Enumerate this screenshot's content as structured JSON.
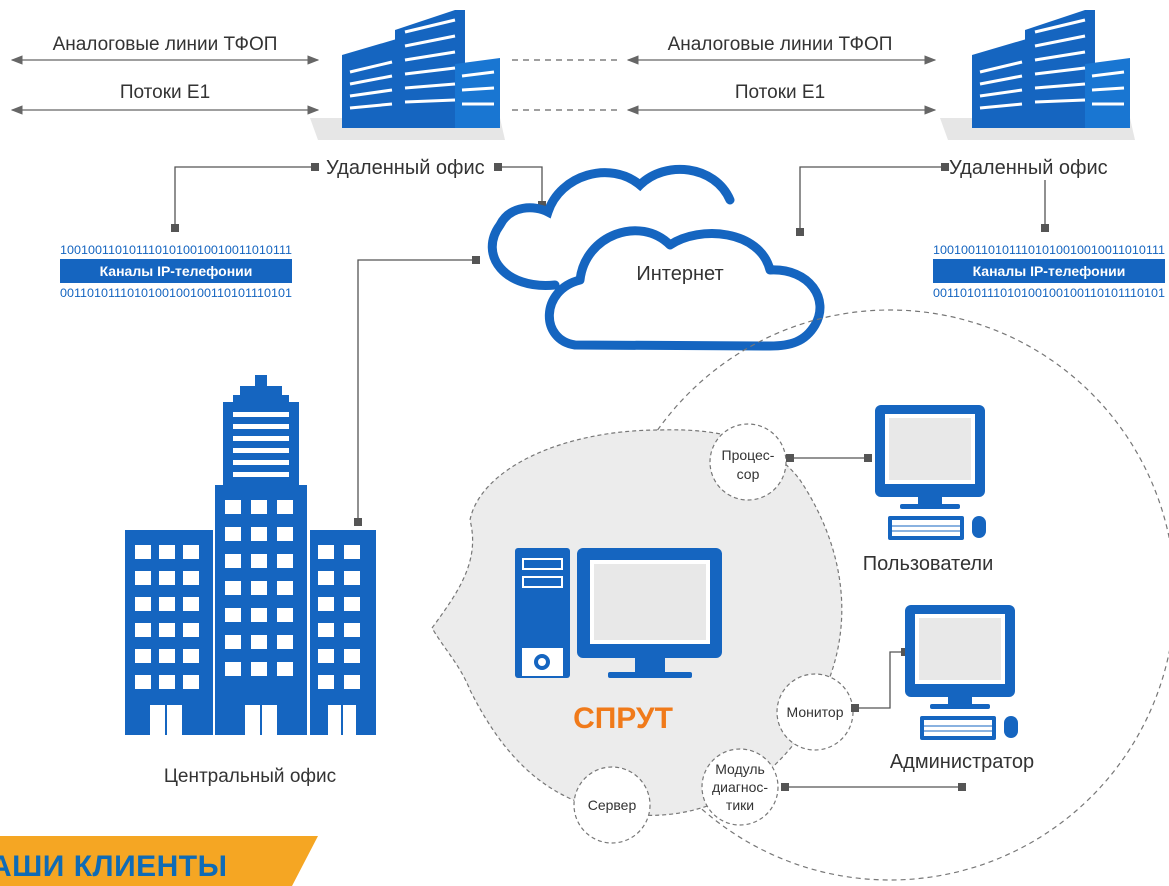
{
  "left_links": {
    "analog": "Аналоговые линии ТФОП",
    "e1": "Потоки Е1"
  },
  "right_links": {
    "analog": "Аналоговые линии ТФОП",
    "e1": "Потоки Е1"
  },
  "remote_office_left": "Удаленный офис",
  "remote_office_right": "Удаленный офис",
  "ip_channels_left": {
    "binary_top": "1001001101011101010010010011010111",
    "title": "Каналы IP-телефонии",
    "binary_bottom": "0011010111010100100100110101110101"
  },
  "ip_channels_right": {
    "binary_top": "1001001101011101010010010011010111",
    "title": "Каналы IP-телефонии",
    "binary_bottom": "0011010111010100100100110101110101"
  },
  "internet_label": "Интернет",
  "central_office_label": "Центральный офис",
  "sprut_label": "СПРУТ",
  "modules": {
    "processor": [
      "Процес-",
      "сор"
    ],
    "monitor": "Монитор",
    "diagnostics": [
      "Модуль",
      "диагнос-",
      "тики"
    ],
    "server": "Сервер"
  },
  "users_label": "Пользователи",
  "admin_label": "Администратор",
  "clients_heading": "АШИ КЛИЕНТЫ",
  "colors": {
    "brand_blue": "#1565c0",
    "sprut_orange": "#f07a1a",
    "clients_band": "#f5a623",
    "zone_gray": "#ececec"
  }
}
